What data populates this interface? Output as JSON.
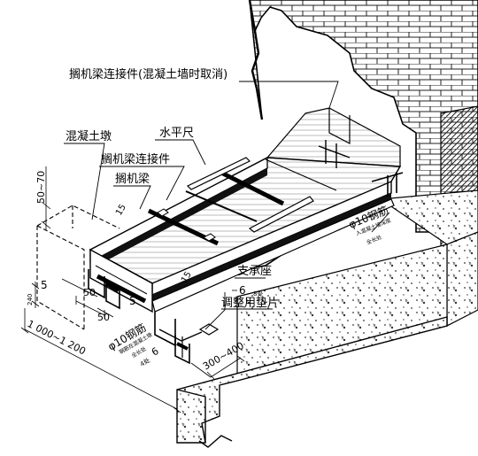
{
  "labels": {
    "connector_note": "搁机梁连接件(混凝土墙时取消)",
    "level": "水平尺",
    "concrete_pier": "混凝土墩",
    "connector": "搁机梁连接件",
    "beam": "搁机梁",
    "rebar_right": "φ10钢筋",
    "rebar_right_note": "入混凝土墙深度",
    "rebar_right_note2": "全长处",
    "bearing": "支承座",
    "shim": "调整用垫片",
    "rebar_left": "φ10钢筋",
    "rebar_left_note": "钢筋在混凝土墩",
    "rebar_left_note2": "全长处"
  },
  "dimensions": {
    "pier_height": "50~70",
    "d15_top": "15",
    "d15_mid": "15",
    "d5_left": "5",
    "d5_mid": "5",
    "d50_a": "50",
    "d50_b": "50",
    "d240": "240",
    "weld_6": "6",
    "weld_6_note": "8处",
    "weld_left": "4处",
    "weld_left_6": "6",
    "span": "1 000~1 200",
    "spacing": "300~400"
  }
}
